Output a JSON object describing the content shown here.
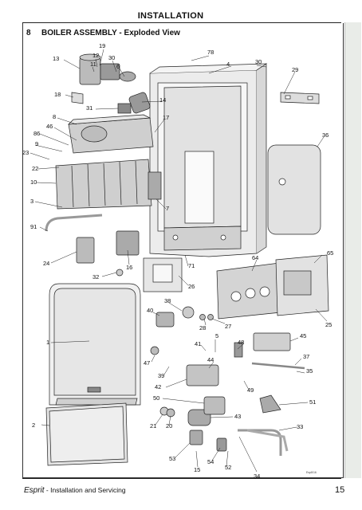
{
  "header": {
    "title": "INSTALLATION"
  },
  "section": {
    "number": "8",
    "title": "BOILER ASSEMBLY - Exploded View"
  },
  "footer": {
    "brand": "Esprit",
    "subtitle": " - Installation and Servicing",
    "page": "15"
  },
  "figure": {
    "ref_code": "Esp8/16"
  },
  "callouts": [
    "19",
    "12",
    "11",
    "30",
    "6",
    "13",
    "78",
    "4",
    "30",
    "29",
    "18",
    "14",
    "31",
    "17",
    "8",
    "46",
    "86",
    "9",
    "23",
    "22",
    "10",
    "3",
    "36",
    "7",
    "91",
    "71",
    "24",
    "16",
    "32",
    "64",
    "65",
    "26",
    "38",
    "40",
    "28",
    "27",
    "25",
    "1",
    "41",
    "5",
    "48",
    "45",
    "47",
    "44",
    "37",
    "35",
    "39",
    "42",
    "49",
    "51",
    "50",
    "43",
    "21",
    "20",
    "2",
    "33",
    "53",
    "54",
    "52",
    "15",
    "34"
  ]
}
